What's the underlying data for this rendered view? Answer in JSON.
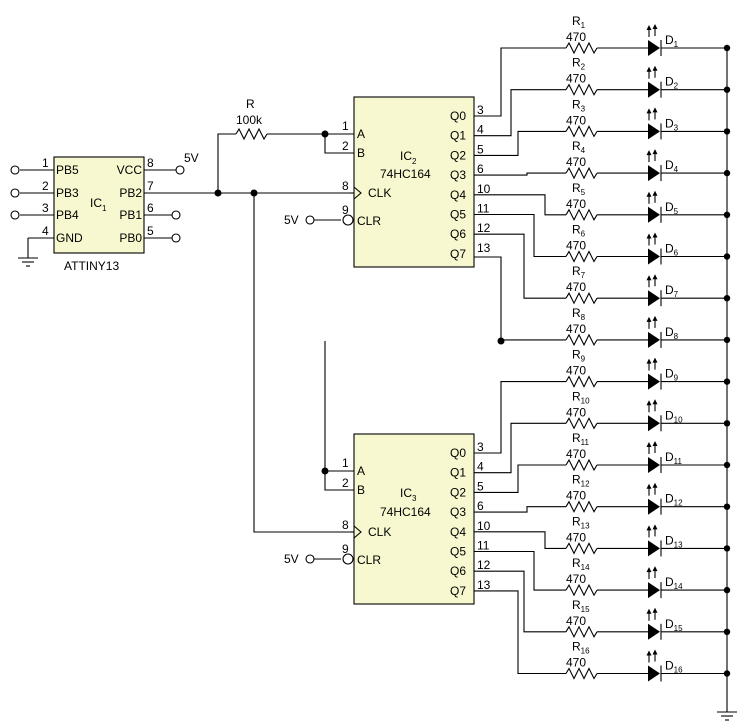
{
  "mcu": {
    "ref": "IC",
    "ref_sub": "1",
    "part": "ATTINY13",
    "left_pins": [
      {
        "num": "1",
        "name": "PB5"
      },
      {
        "num": "2",
        "name": "PB3"
      },
      {
        "num": "3",
        "name": "PB4"
      },
      {
        "num": "4",
        "name": "GND"
      }
    ],
    "right_pins": [
      {
        "num": "8",
        "name": "VCC"
      },
      {
        "num": "7",
        "name": "PB2"
      },
      {
        "num": "6",
        "name": "PB1"
      },
      {
        "num": "5",
        "name": "PB0"
      }
    ],
    "vcc_label": "5V"
  },
  "resistor_r": {
    "name": "R",
    "value": "100k"
  },
  "shift_registers": [
    {
      "ref": "IC",
      "ref_sub": "2",
      "part": "74HC164",
      "input_pins": [
        {
          "num": "1",
          "name": "A"
        },
        {
          "num": "2",
          "name": "B"
        },
        {
          "num": "8",
          "name": "CLK"
        },
        {
          "num": "9",
          "name": "CLR"
        }
      ],
      "clr_supply": "5V",
      "outputs": [
        {
          "name": "Q0",
          "pin": "3"
        },
        {
          "name": "Q1",
          "pin": "4"
        },
        {
          "name": "Q2",
          "pin": "5"
        },
        {
          "name": "Q3",
          "pin": "6"
        },
        {
          "name": "Q4",
          "pin": "10"
        },
        {
          "name": "Q5",
          "pin": "11"
        },
        {
          "name": "Q6",
          "pin": "12"
        },
        {
          "name": "Q7",
          "pin": "13"
        }
      ]
    },
    {
      "ref": "IC",
      "ref_sub": "3",
      "part": "74HC164",
      "input_pins": [
        {
          "num": "1",
          "name": "A"
        },
        {
          "num": "2",
          "name": "B"
        },
        {
          "num": "8",
          "name": "CLK"
        },
        {
          "num": "9",
          "name": "CLR"
        }
      ],
      "clr_supply": "5V",
      "outputs": [
        {
          "name": "Q0",
          "pin": "3"
        },
        {
          "name": "Q1",
          "pin": "4"
        },
        {
          "name": "Q2",
          "pin": "5"
        },
        {
          "name": "Q3",
          "pin": "6"
        },
        {
          "name": "Q4",
          "pin": "10"
        },
        {
          "name": "Q5",
          "pin": "11"
        },
        {
          "name": "Q6",
          "pin": "12"
        },
        {
          "name": "Q7",
          "pin": "13"
        }
      ]
    }
  ],
  "led_channels": [
    {
      "r_sub": "1",
      "value": "470",
      "d_sub": "1"
    },
    {
      "r_sub": "2",
      "value": "470",
      "d_sub": "2"
    },
    {
      "r_sub": "3",
      "value": "470",
      "d_sub": "3"
    },
    {
      "r_sub": "4",
      "value": "470",
      "d_sub": "4"
    },
    {
      "r_sub": "5",
      "value": "470",
      "d_sub": "5"
    },
    {
      "r_sub": "6",
      "value": "470",
      "d_sub": "6"
    },
    {
      "r_sub": "7",
      "value": "470",
      "d_sub": "7"
    },
    {
      "r_sub": "8",
      "value": "470",
      "d_sub": "8"
    },
    {
      "r_sub": "9",
      "value": "470",
      "d_sub": "9"
    },
    {
      "r_sub": "10",
      "value": "470",
      "d_sub": "10"
    },
    {
      "r_sub": "11",
      "value": "470",
      "d_sub": "11"
    },
    {
      "r_sub": "12",
      "value": "470",
      "d_sub": "12"
    },
    {
      "r_sub": "13",
      "value": "470",
      "d_sub": "13"
    },
    {
      "r_sub": "14",
      "value": "470",
      "d_sub": "14"
    },
    {
      "r_sub": "15",
      "value": "470",
      "d_sub": "15"
    },
    {
      "r_sub": "16",
      "value": "470",
      "d_sub": "16"
    }
  ],
  "resistor_prefix": "R",
  "diode_prefix": "D"
}
